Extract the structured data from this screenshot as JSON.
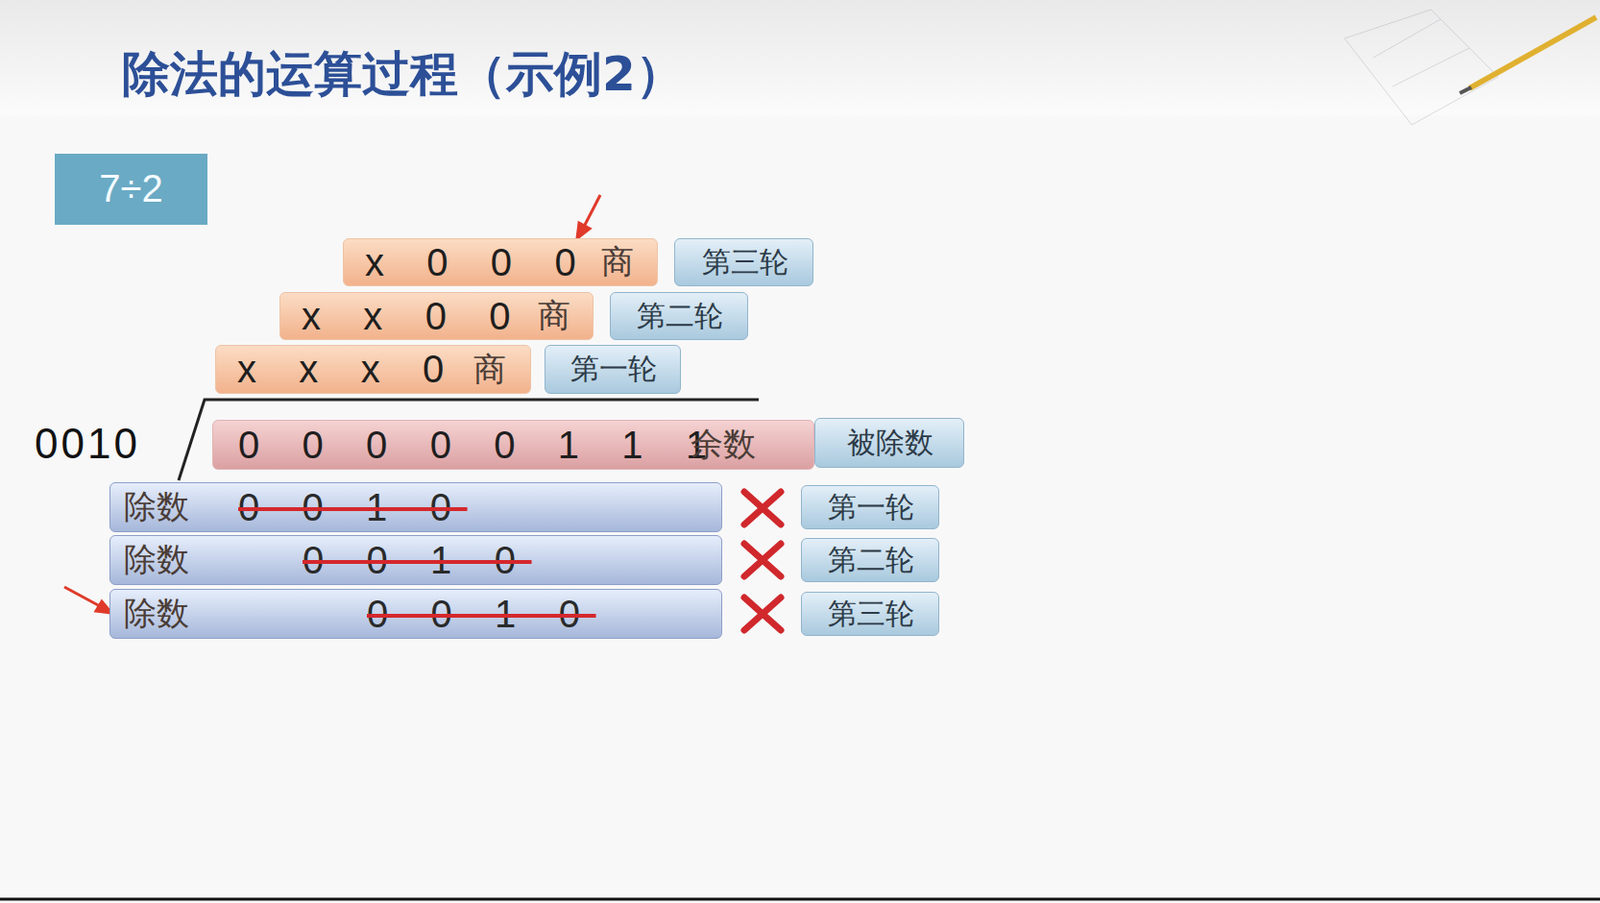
{
  "diagram": {
    "title": "除法的运算过程（示例2）",
    "nodes": [
      {
        "text": [
          "7÷2"
        ]
      },
      {
        "text": [
          "x 0 0 0",
          "商"
        ]
      },
      {
        "text": [
          "第三轮"
        ]
      },
      {
        "text": [
          "x x 0 0",
          "商"
        ]
      },
      {
        "text": [
          "第二轮"
        ]
      },
      {
        "text": [
          "x x x 0",
          "商"
        ]
      },
      {
        "text": [
          "第一轮"
        ]
      },
      {
        "text": [
          "0 0 0 0 0 1 1 1",
          "余数"
        ]
      },
      {
        "text": [
          "被除数"
        ]
      },
      {
        "text": [
          "除数",
          "0 0 1 0"
        ]
      },
      {
        "text": [
          "第一轮"
        ]
      },
      {
        "text": [
          "除数",
          "0 0 1 0"
        ]
      },
      {
        "text": [
          "第二轮"
        ]
      },
      {
        "text": [
          "除数",
          "0 0 1 0"
        ]
      },
      {
        "text": [
          "第三轮"
        ]
      }
    ],
    "labels": [
      "0010"
    ]
  }
}
